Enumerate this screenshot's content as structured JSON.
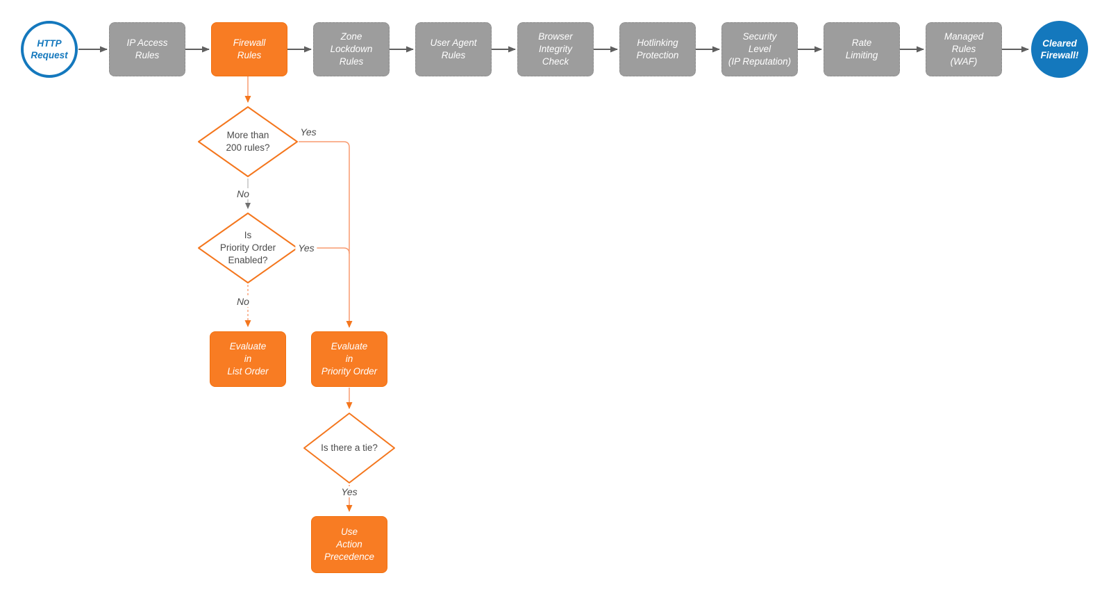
{
  "pipeline": {
    "start": {
      "label": "HTTP\nRequest"
    },
    "end": {
      "label": "Cleared\nFirewall!"
    },
    "stages": [
      {
        "label": "IP Access\nRules",
        "highlight": false
      },
      {
        "label": "Firewall\nRules",
        "highlight": true
      },
      {
        "label": "Zone\nLockdown\nRules",
        "highlight": false
      },
      {
        "label": "User Agent\nRules",
        "highlight": false
      },
      {
        "label": "Browser\nIntegrity\nCheck",
        "highlight": false
      },
      {
        "label": "Hotlinking\nProtection",
        "highlight": false
      },
      {
        "label": "Security\nLevel\n(IP Reputation)",
        "highlight": false
      },
      {
        "label": "Rate\nLimiting",
        "highlight": false
      },
      {
        "label": "Managed\nRules\n(WAF)",
        "highlight": false
      }
    ]
  },
  "decisions": {
    "d1": {
      "label": "More than\n200 rules?",
      "yes": "Yes",
      "no": "No"
    },
    "d2": {
      "label": "Is\nPriority Order\nEnabled?",
      "yes": "Yes",
      "no": "No"
    },
    "d3": {
      "label": "Is there a tie?",
      "yes": "Yes"
    }
  },
  "actions": {
    "list_order": {
      "label": "Evaluate\nin\nList Order"
    },
    "priority_order": {
      "label": "Evaluate\nin\nPriority Order"
    },
    "action_precedence": {
      "label": "Use\nAction\nPrecedence"
    }
  },
  "colors": {
    "accent_orange": "#F87C23",
    "connector_orange": "#F89A6F",
    "arrowhead_orange": "#F4761D",
    "brand_blue": "#1478BD",
    "stage_gray": "#9D9D9D",
    "arrow_gray": "#5F5F5F",
    "text_dark": "#4B4B4B"
  }
}
